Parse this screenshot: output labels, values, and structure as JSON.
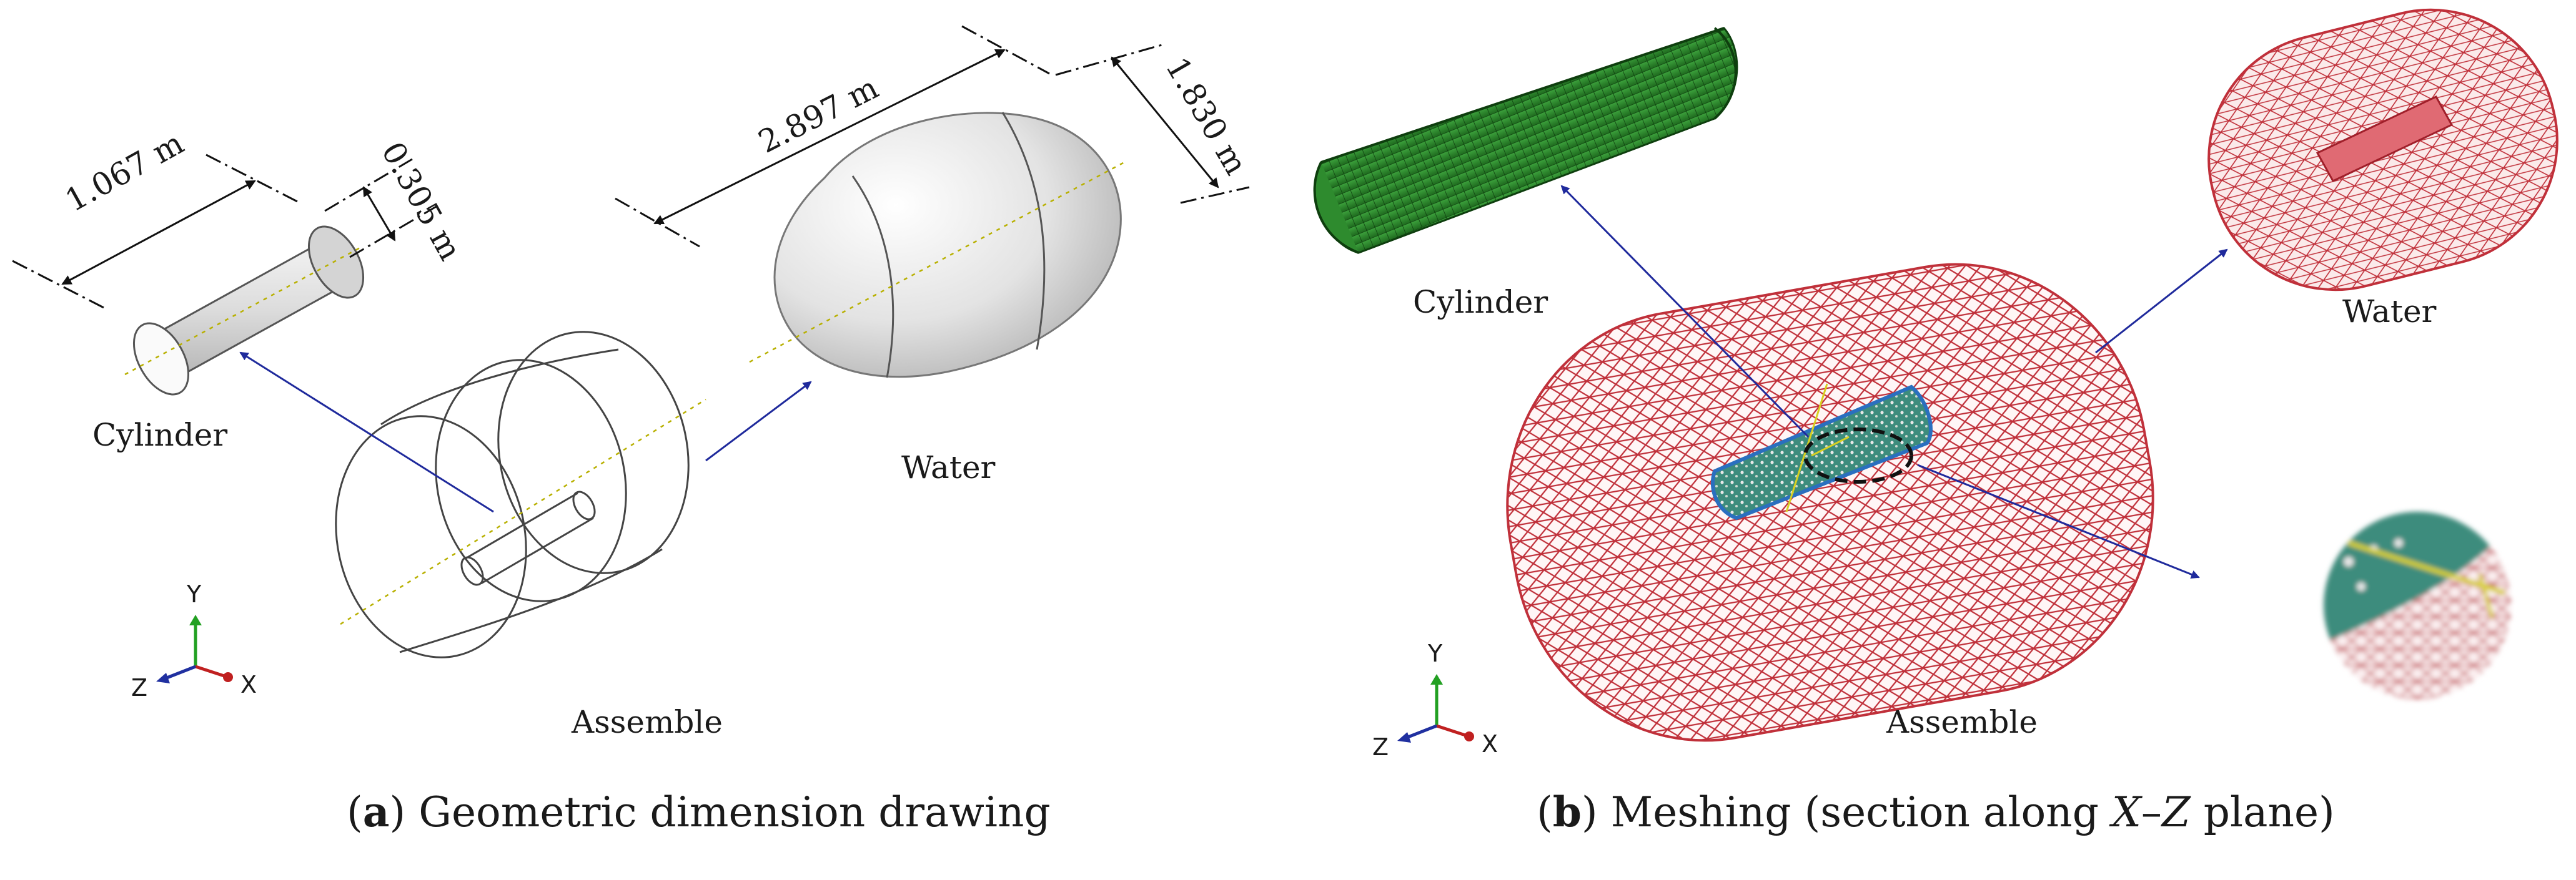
{
  "panel_a": {
    "labels": {
      "cylinder": "Cylinder",
      "water": "Water",
      "assemble": "Assemble"
    },
    "dimensions": {
      "cylinder_length": "1.067 m",
      "cylinder_diameter": "0.305 m",
      "water_length": "2.897 m",
      "water_diameter": "1.830 m"
    },
    "caption": {
      "letter": "a",
      "text": "Geometric dimension drawing"
    },
    "triad": {
      "y": "Y",
      "x": "X",
      "z": "Z"
    }
  },
  "panel_b": {
    "labels": {
      "cylinder": "Cylinder",
      "water": "Water",
      "assemble": "Assemble"
    },
    "caption": {
      "letter": "b",
      "text_before": "Meshing (section along ",
      "axis_1": "X",
      "dash": "–",
      "axis_2": "Z",
      "text_after": " plane)"
    },
    "triad": {
      "y": "Y",
      "x": "X",
      "z": "Z"
    }
  },
  "colors": {
    "leader_arrow": "#1f2a9c",
    "mesh_red": "#c0303a",
    "mesh_green": "#2e8b2e",
    "dashed_axis": "#b8b000",
    "axis_y": "#22a022",
    "axis_x": "#c02020",
    "axis_z": "#2030a0"
  }
}
